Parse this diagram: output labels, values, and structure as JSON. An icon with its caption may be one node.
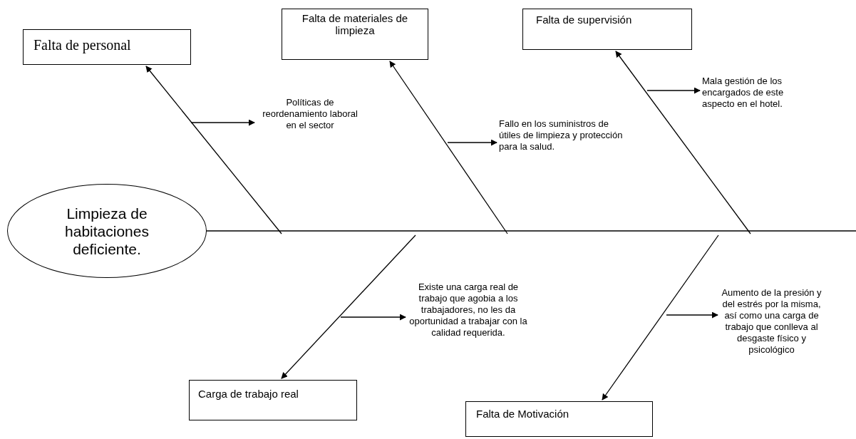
{
  "diagram": {
    "nodes": [
      {
        "text": [
          "Falta de personal"
        ]
      },
      {
        "text": [
          "Falta de materiales de limpieza"
        ]
      },
      {
        "text": [
          "Falta de supervisión"
        ]
      },
      {
        "text": [
          "Mala gestión de los encargados de este aspecto en el hotel."
        ]
      },
      {
        "text": [
          "Políticas de reordenamiento laboral en el sector"
        ]
      },
      {
        "text": [
          "Fallo en los suministros de útiles de limpieza y protección para la salud."
        ]
      },
      {
        "text": [
          "Limpieza de habitaciones deficiente."
        ]
      },
      {
        "text": [
          "Existe una carga real de trabajo que agobia a los trabajadores, no les da oportunidad a trabajar con la calidad requerida."
        ]
      },
      {
        "text": [
          "Aumento de la presión y del estrés por la misma, así como una carga de trabajo que conlleva al desgaste físico y psicológico"
        ]
      },
      {
        "text": [
          "Carga de trabajo real"
        ]
      },
      {
        "text": [
          "Falta de Motivación"
        ]
      }
    ],
    "edges": [
      {
        "from": null,
        "to": 0,
        "arrow": "to"
      },
      {
        "from": null,
        "to": 1,
        "arrow": "to"
      },
      {
        "from": null,
        "to": 2,
        "arrow": "to"
      },
      {
        "from": null,
        "to": 9,
        "arrow": "to"
      },
      {
        "from": null,
        "to": 10,
        "arrow": "to"
      },
      {
        "from": null,
        "to": 4,
        "arrow": "to"
      },
      {
        "from": null,
        "to": 5,
        "arrow": "to"
      },
      {
        "from": null,
        "to": 3,
        "arrow": "to"
      },
      {
        "from": null,
        "to": 7,
        "arrow": "to"
      },
      {
        "from": null,
        "to": 8,
        "arrow": "to"
      },
      {
        "from": 6,
        "to": null,
        "arrow": "none"
      }
    ]
  }
}
